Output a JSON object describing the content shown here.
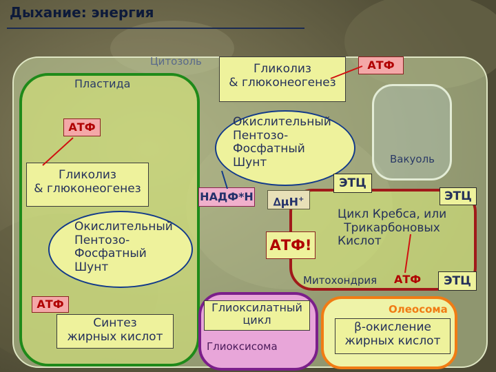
{
  "title": "Дыхание: энергия",
  "compartments": {
    "cytosol": "Цитозоль",
    "plastid": "Пластида",
    "vacuole": "Вакуоль",
    "mitochondria": "Митохондрия",
    "oleosome": "Олеосома",
    "glyoxysome": "Глиоксисома"
  },
  "cytosol": {
    "glycolysis": [
      "Гликолиз",
      "& глюконеогенез"
    ],
    "pentose": [
      "Окислительный",
      "Пентозо-",
      "Фосфатный",
      "Шунт"
    ],
    "atp": "АТФ",
    "etc": "ЭТЦ"
  },
  "plastid": {
    "atp_top": "АТФ",
    "glycolysis": [
      "Гликолиз",
      "& глюконеогенез"
    ],
    "pentose": [
      "Окислительный",
      "Пентозо-",
      "Фосфатный",
      "Шунт"
    ],
    "atp_bottom": "АТФ",
    "fatty_acid_synthesis": [
      "Синтез",
      "жирных кислот"
    ]
  },
  "center": {
    "nadph": "НАДФ*Н",
    "delta_mu_h": "∆μH",
    "delta_mu_sup": "+",
    "atp_big": "АТФ!"
  },
  "mitochondria": {
    "etc_top": "ЭТЦ",
    "krebs": [
      "Цикл Кребса, или",
      "Трикарбоновых",
      "Кислот"
    ],
    "atp": "АТФ",
    "etc_bottom": "ЭТЦ"
  },
  "glyoxysome": {
    "cycle": [
      "Глиоксилатный",
      "цикл"
    ]
  },
  "oleosome": {
    "beta": [
      "β-окисление",
      "жирных кислот"
    ]
  },
  "colors": {
    "plastid_border": "#1f8a1a",
    "mito_border": "#a01a1a",
    "glyox_border": "#7b1f8a",
    "oleo_border": "#f07c14",
    "atp_text": "#b00000"
  }
}
